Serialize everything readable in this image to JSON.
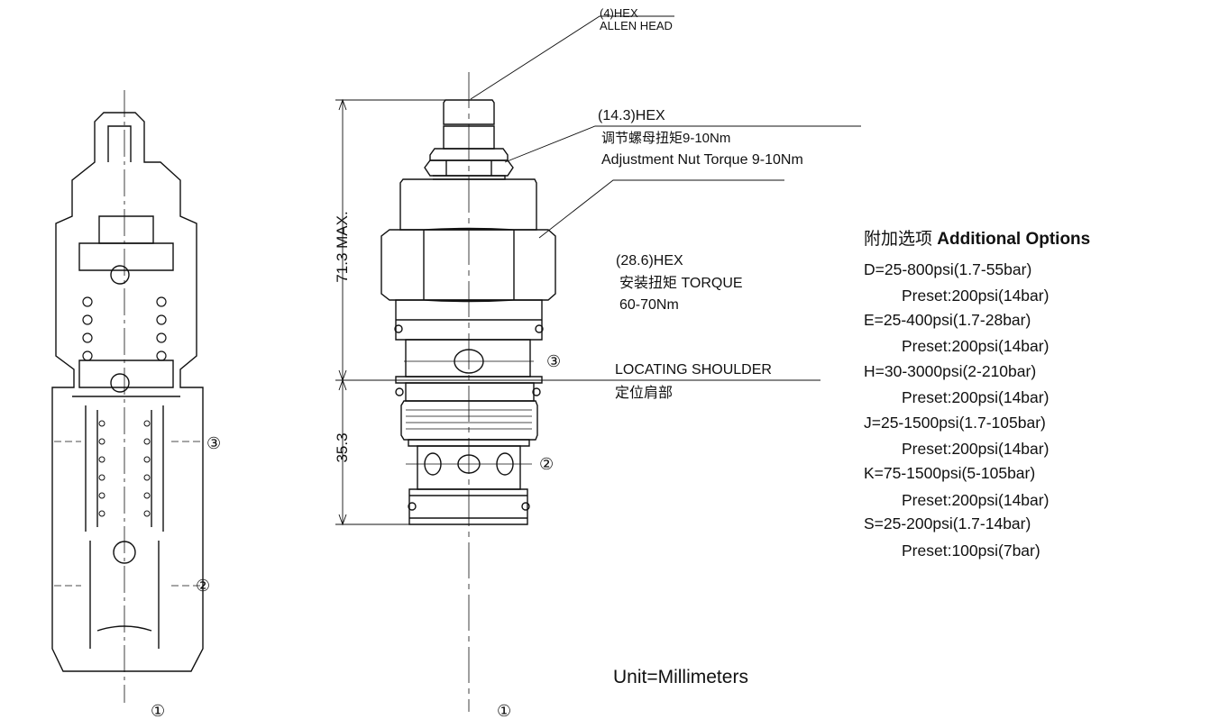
{
  "callouts": {
    "allen_hex": "(4)HEX",
    "allen_head": "ALLEN HEAD",
    "nut_hex": "(14.3)HEX",
    "nut_torque_cn": "调节螺母扭矩9-10Nm",
    "nut_torque_en": "Adjustment Nut Torque 9-10Nm",
    "body_hex": "(28.6)HEX",
    "body_torque_cn": "安装扭矩 TORQUE",
    "body_torque_val": "60-70Nm",
    "shoulder_en": "LOCATING SHOULDER",
    "shoulder_cn": "定位肩部"
  },
  "dimensions": {
    "overall": "71.3 MAX.",
    "lower": "35.3"
  },
  "ports": {
    "p1": "①",
    "p2": "②",
    "p3": "③"
  },
  "unit": "Unit=Millimeters",
  "options": {
    "title_cn": "附加选项",
    "title_en": "Additional Options",
    "items": [
      {
        "range": "D=25-800psi(1.7-55bar)",
        "preset": "Preset:200psi(14bar)"
      },
      {
        "range": "E=25-400psi(1.7-28bar)",
        "preset": "Preset:200psi(14bar)"
      },
      {
        "range": "H=30-3000psi(2-210bar)",
        "preset": "Preset:200psi(14bar)"
      },
      {
        "range": "J=25-1500psi(1.7-105bar)",
        "preset": "Preset:200psi(14bar)"
      },
      {
        "range": "K=75-1500psi(5-105bar)",
        "preset": "Preset:200psi(14bar)"
      },
      {
        "range": "S=25-200psi(1.7-14bar)",
        "preset": "Preset:100psi(7bar)"
      }
    ]
  }
}
